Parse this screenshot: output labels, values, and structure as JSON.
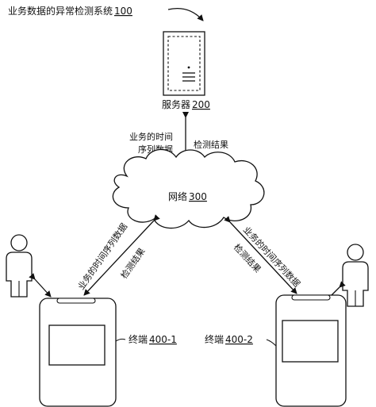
{
  "title": {
    "text": "业务数据的异常检测系统",
    "ref": "100"
  },
  "server": {
    "label": "服务器",
    "ref": "200"
  },
  "network": {
    "label": "网络",
    "ref": "300"
  },
  "terminal_left": {
    "label": "终端",
    "ref": "400-1"
  },
  "terminal_right": {
    "label": "终端",
    "ref": "400-2"
  },
  "edge_labels": {
    "server_up_line1": "业务的时间",
    "server_up_line2": "序列数据",
    "server_down": "检测结果",
    "left_up": "业务的时间序列数据",
    "left_down": "检测结果",
    "right_up": "业务的时间序列数据",
    "right_down": "检测结果"
  },
  "colors": {
    "stroke": "#111111",
    "background": "#ffffff"
  },
  "icons": {
    "server": "server-icon",
    "cloud": "cloud-icon",
    "phone": "phone-icon",
    "user": "person-icon"
  }
}
